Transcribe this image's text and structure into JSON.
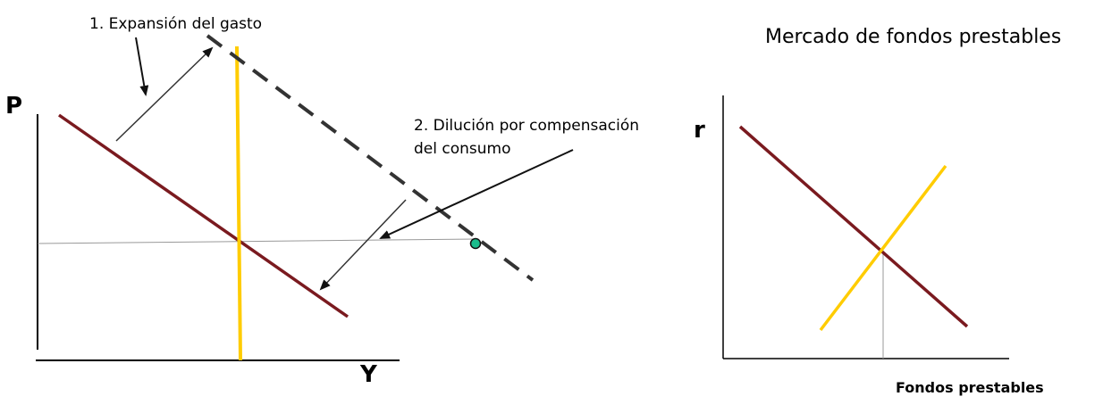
{
  "left_diagram": {
    "y_axis_label": "P",
    "x_axis_label": "Y",
    "annotation_1": "1. Expansión del gasto",
    "annotation_2_line1": "2. Dilución por compensación",
    "annotation_2_line2": "del consumo"
  },
  "right_diagram": {
    "title": "Mercado de fondos prestables",
    "y_axis_label": "r",
    "x_axis_label": "Fondos prestables"
  },
  "colors": {
    "demand_curve": "#7a1a1f",
    "supply_curve": "#ffcc00",
    "shifted_curve": "#333333",
    "marker_fill": "#1abc8c",
    "arrow": "#333333",
    "axis": "#000000",
    "guide_line": "#999999"
  }
}
